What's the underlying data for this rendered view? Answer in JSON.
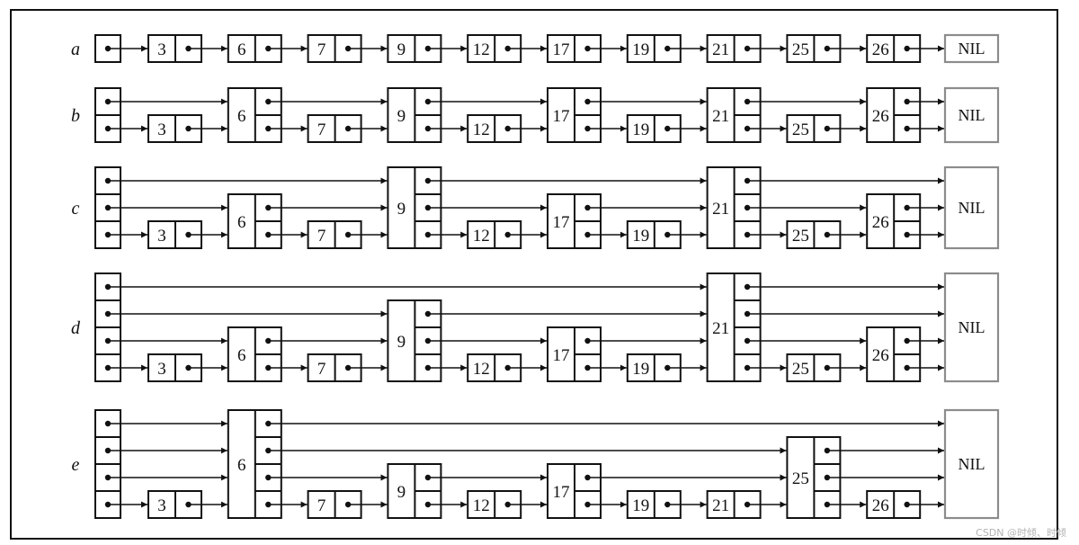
{
  "nil_label": "NIL",
  "watermark": "CSDN @时倾、时倾",
  "lists": [
    {
      "label": "a",
      "header_levels": 1,
      "nodes": [
        {
          "key": "3",
          "levels": 1
        },
        {
          "key": "6",
          "levels": 1
        },
        {
          "key": "7",
          "levels": 1
        },
        {
          "key": "9",
          "levels": 1
        },
        {
          "key": "12",
          "levels": 1
        },
        {
          "key": "17",
          "levels": 1
        },
        {
          "key": "19",
          "levels": 1
        },
        {
          "key": "21",
          "levels": 1
        },
        {
          "key": "25",
          "levels": 1
        },
        {
          "key": "26",
          "levels": 1
        }
      ]
    },
    {
      "label": "b",
      "header_levels": 2,
      "nodes": [
        {
          "key": "3",
          "levels": 1
        },
        {
          "key": "6",
          "levels": 2
        },
        {
          "key": "7",
          "levels": 1
        },
        {
          "key": "9",
          "levels": 2
        },
        {
          "key": "12",
          "levels": 1
        },
        {
          "key": "17",
          "levels": 2
        },
        {
          "key": "19",
          "levels": 1
        },
        {
          "key": "21",
          "levels": 2
        },
        {
          "key": "25",
          "levels": 1
        },
        {
          "key": "26",
          "levels": 2
        }
      ]
    },
    {
      "label": "c",
      "header_levels": 3,
      "nodes": [
        {
          "key": "3",
          "levels": 1
        },
        {
          "key": "6",
          "levels": 2
        },
        {
          "key": "7",
          "levels": 1
        },
        {
          "key": "9",
          "levels": 3
        },
        {
          "key": "12",
          "levels": 1
        },
        {
          "key": "17",
          "levels": 2
        },
        {
          "key": "19",
          "levels": 1
        },
        {
          "key": "21",
          "levels": 3
        },
        {
          "key": "25",
          "levels": 1
        },
        {
          "key": "26",
          "levels": 2
        }
      ]
    },
    {
      "label": "d",
      "header_levels": 4,
      "nodes": [
        {
          "key": "3",
          "levels": 1
        },
        {
          "key": "6",
          "levels": 2
        },
        {
          "key": "7",
          "levels": 1
        },
        {
          "key": "9",
          "levels": 3
        },
        {
          "key": "12",
          "levels": 1
        },
        {
          "key": "17",
          "levels": 2
        },
        {
          "key": "19",
          "levels": 1
        },
        {
          "key": "21",
          "levels": 4
        },
        {
          "key": "25",
          "levels": 1
        },
        {
          "key": "26",
          "levels": 2
        }
      ]
    },
    {
      "label": "e",
      "header_levels": 4,
      "nodes": [
        {
          "key": "3",
          "levels": 1
        },
        {
          "key": "6",
          "levels": 4
        },
        {
          "key": "7",
          "levels": 1
        },
        {
          "key": "9",
          "levels": 2
        },
        {
          "key": "12",
          "levels": 1
        },
        {
          "key": "17",
          "levels": 2
        },
        {
          "key": "19",
          "levels": 1
        },
        {
          "key": "21",
          "levels": 1
        },
        {
          "key": "25",
          "levels": 3
        },
        {
          "key": "26",
          "levels": 1
        }
      ]
    }
  ]
}
